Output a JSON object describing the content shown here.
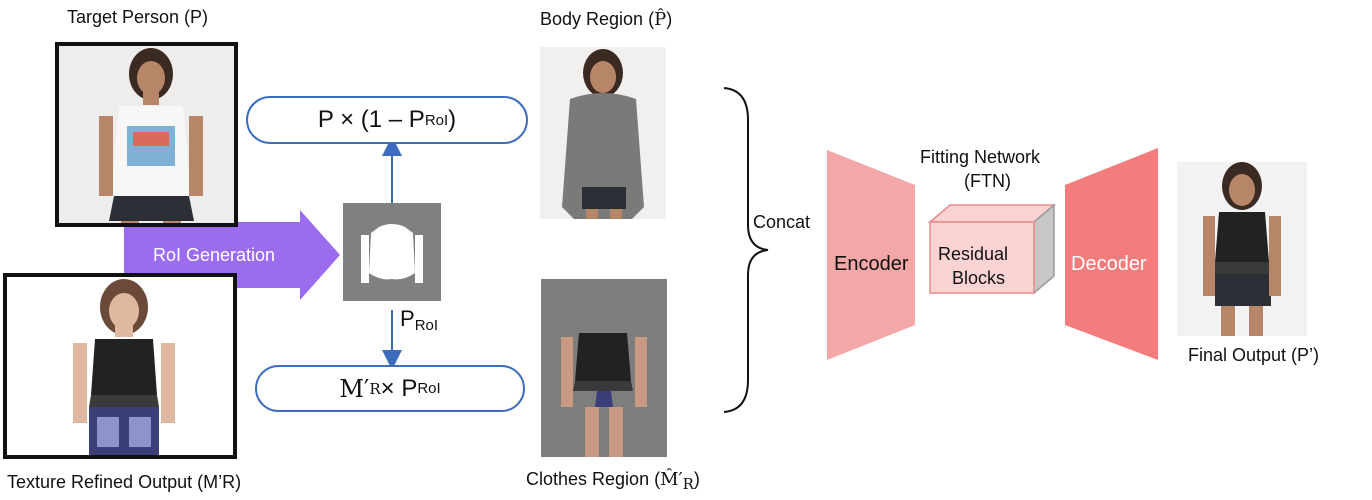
{
  "inputs": {
    "target_person_label": "Target Person (P)",
    "texture_refined_label": "Texture Refined Output (M’R)"
  },
  "roi": {
    "generation_label": "RoI Generation",
    "mask_label": "P",
    "mask_label_sub": "RoI"
  },
  "ops": {
    "body_op_text": "P × (1 – P",
    "body_op_sub": "RoI",
    "body_op_close": " )",
    "clothes_op_main": "M′",
    "clothes_op_main_sub": "R",
    "clothes_op_times": " × P",
    "clothes_op_sub": "RoI"
  },
  "regions": {
    "body_region_label": "Body Region (",
    "body_region_symbol": "P̂",
    "body_region_close": ")",
    "clothes_region_label": "Clothes Region (",
    "clothes_region_symbol": "M̂′",
    "clothes_region_symbol_sub": "R",
    "clothes_region_close": ")"
  },
  "network": {
    "concat_label": "Concat",
    "title": "Fitting Network",
    "abbrev": "(FTN)",
    "encoder_label": "Encoder",
    "residual_label_1": "Residual",
    "residual_label_2": "Blocks",
    "decoder_label": "Decoder"
  },
  "output": {
    "final_label": "Final Output (P’)"
  },
  "colors": {
    "arrow_blue": "#3c6bbf",
    "roi_purple": "#9b6cf0",
    "encoder_pink": "#f4a7a7",
    "decoder_red": "#f47c7c",
    "residual_fill": "#fbd3d3",
    "mask_gray": "#808080"
  }
}
